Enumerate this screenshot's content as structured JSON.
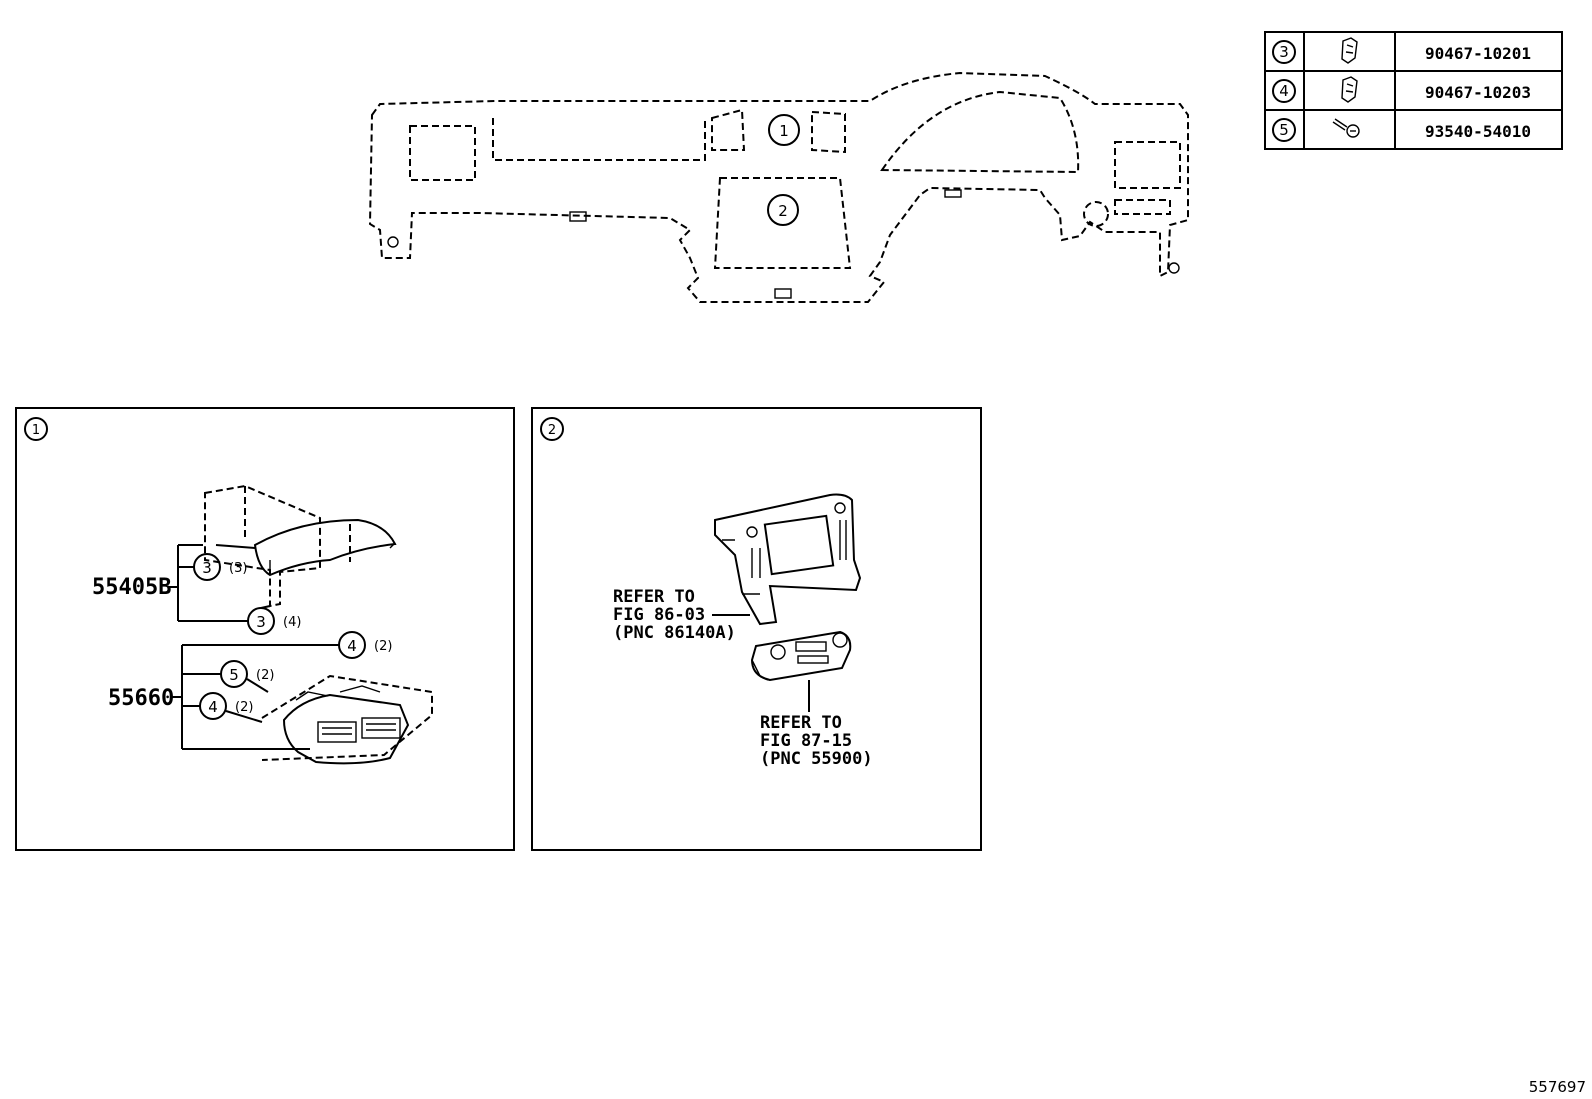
{
  "legend": {
    "rows": [
      {
        "ref": "3",
        "part_no": "90467-10201",
        "icon": "clip-icon"
      },
      {
        "ref": "4",
        "part_no": "90467-10203",
        "icon": "clip-icon"
      },
      {
        "ref": "5",
        "part_no": "93540-54010",
        "icon": "screw-icon"
      }
    ]
  },
  "overview": {
    "callouts": [
      "1",
      "2"
    ]
  },
  "panel1": {
    "id": "1",
    "part_a": "55405B",
    "part_b": "55660",
    "refs": [
      {
        "ref": "3",
        "qty": "(3)"
      },
      {
        "ref": "3",
        "qty": "(4)"
      },
      {
        "ref": "4",
        "qty": "(2)"
      },
      {
        "ref": "5",
        "qty": "(2)"
      },
      {
        "ref": "4",
        "qty": "(2)"
      }
    ]
  },
  "panel2": {
    "id": "2",
    "refer1": {
      "line1": "REFER TO",
      "line2": "FIG 86-03",
      "line3": "(PNC 86140A)"
    },
    "refer2": {
      "line1": "REFER TO",
      "line2": "FIG 87-15",
      "line3": "(PNC 55900)"
    }
  },
  "footer": {
    "code": "557697"
  }
}
